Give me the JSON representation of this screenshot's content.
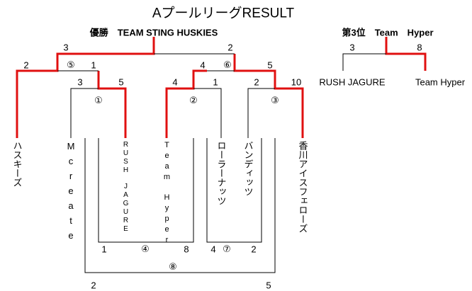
{
  "title": "AプールリーグRESULT",
  "champion": "優勝　TEAM STING HUSKIES",
  "third": "第3位　Team　Hyper",
  "colors": {
    "winner": "#e01010",
    "line": "#000000"
  },
  "teams": [
    "ハスキーズ",
    "Mcreate",
    "RUSH　JAGURE",
    "Team　Hyper",
    "ローラーナッツ",
    "バンディッツ",
    "香川アイスフェローズ"
  ],
  "matches": {
    "m1": "①",
    "m2": "②",
    "m3": "③",
    "m4": "④",
    "m5": "⑤",
    "m6": "⑥",
    "m7": "⑦",
    "m8": "⑧"
  },
  "scores": {
    "final_l": "3",
    "final_r": "2",
    "m5_l": "2",
    "m5_r": "1",
    "m6_l": "4",
    "m6_r": "5",
    "m1_l": "3",
    "m1_r": "5",
    "m2_l": "4",
    "m2_r": "1",
    "m3_l": "2",
    "m3_r": "10",
    "m4_l": "1",
    "m4_r": "8",
    "m7_l": "4",
    "m7_r": "2",
    "m8_l": "2",
    "m8_r": "5"
  },
  "third_place": {
    "left_team": "RUSH JAGURE",
    "right_team": "Team Hyper",
    "left_score": "3",
    "right_score": "8"
  }
}
